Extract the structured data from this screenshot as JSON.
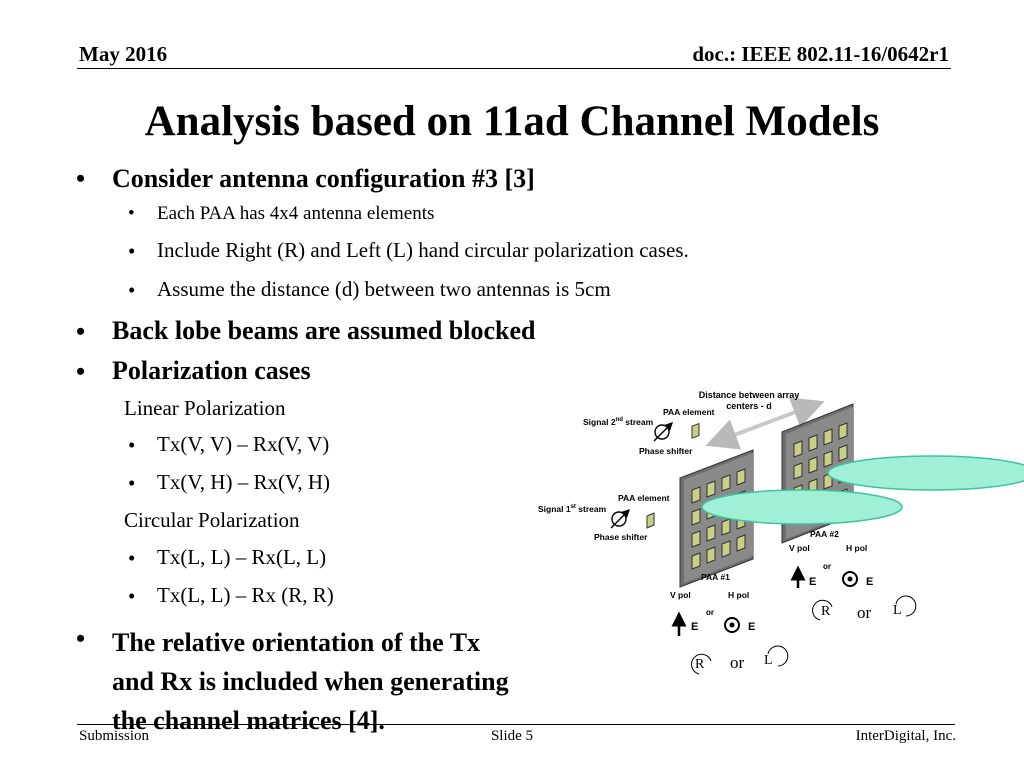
{
  "header": {
    "date": "May 2016",
    "doc_id": "doc.: IEEE 802.11-16/0642r1"
  },
  "title": "Analysis based on 11ad Channel Models",
  "content": {
    "bullet1": "Consider antenna configuration #3 [3]",
    "sub1": [
      "Each PAA has 4x4 antenna elements",
      "Include Right (R) and Left (L) hand circular polarization cases.",
      "Assume the distance (d) between two antennas is 5cm"
    ],
    "bullet2": "Back lobe beams are assumed blocked",
    "bullet3": "Polarization cases",
    "linear_heading": "Linear Polarization",
    "linear_items": [
      "Tx(V, V) – Rx(V, V)",
      "Tx(V, H) – Rx(V, H)"
    ],
    "circular_heading": "Circular Polarization",
    "circular_items": [
      "Tx(L, L) – Rx(L, L)",
      "Tx(L, L) – Rx (R, R)"
    ],
    "bullet4_lines": [
      "The relative orientation of the Tx",
      "and Rx is included when generating",
      "the channel matrices [4]."
    ]
  },
  "diagram": {
    "distance_label_1": "Distance between array",
    "distance_label_2": "centers - d",
    "paa_element": "PAA element",
    "signal2": "Signal 2",
    "signal2_sup": "nd",
    "signal2_tail": " stream",
    "signal1": "Signal 1",
    "signal1_sup": "st",
    "signal1_tail": " stream",
    "phase_shifter": "Phase shifter",
    "paa1": "PAA #1",
    "paa2": "PAA #2",
    "v_pol": "V pol",
    "h_pol": "H pol",
    "or": "or",
    "e": "E",
    "r": "R",
    "l": "L",
    "colors": {
      "panel": "#6e6e6e",
      "element": "#c9cf86",
      "highlight_fill": "#9ff0d6",
      "highlight_stroke": "#3ec3a0",
      "arrow": "#c8c8c8"
    }
  },
  "footer": {
    "left": "Submission",
    "center": "Slide 5",
    "right": "InterDigital, Inc."
  }
}
